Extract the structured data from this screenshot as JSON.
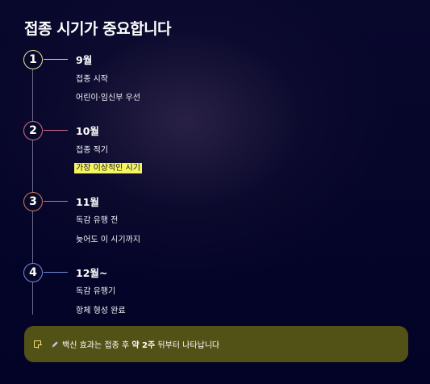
{
  "title": "접종 시기가 중요합니다",
  "colors": {
    "step1": "#e8e59a",
    "step2": "#d36a8e",
    "step3": "#d07a58",
    "step4": "#6f8ad8",
    "highlight": "#f5f562",
    "note_bg": "#525116"
  },
  "steps": [
    {
      "number": "1",
      "month": "9월",
      "line1": "접종 시작",
      "line2": "어린이·임신부 우선"
    },
    {
      "number": "2",
      "month": "10월",
      "line1": "접종 적기",
      "line2": "가장 이상적인 시기"
    },
    {
      "number": "3",
      "month": "11월",
      "line1": "독감 유행 전",
      "line2": "늦어도 이 시기까지"
    },
    {
      "number": "4",
      "month": "12월~",
      "line1": "독감 유행기",
      "line2": "항체 형성 완료"
    }
  ],
  "note": {
    "icon": "memo-icon",
    "pen_icon": "pen-icon",
    "text_before": "백신 효과는 접종 후 ",
    "text_bold": "약 2주",
    "text_after": " 뒤부터 나타납니다"
  }
}
